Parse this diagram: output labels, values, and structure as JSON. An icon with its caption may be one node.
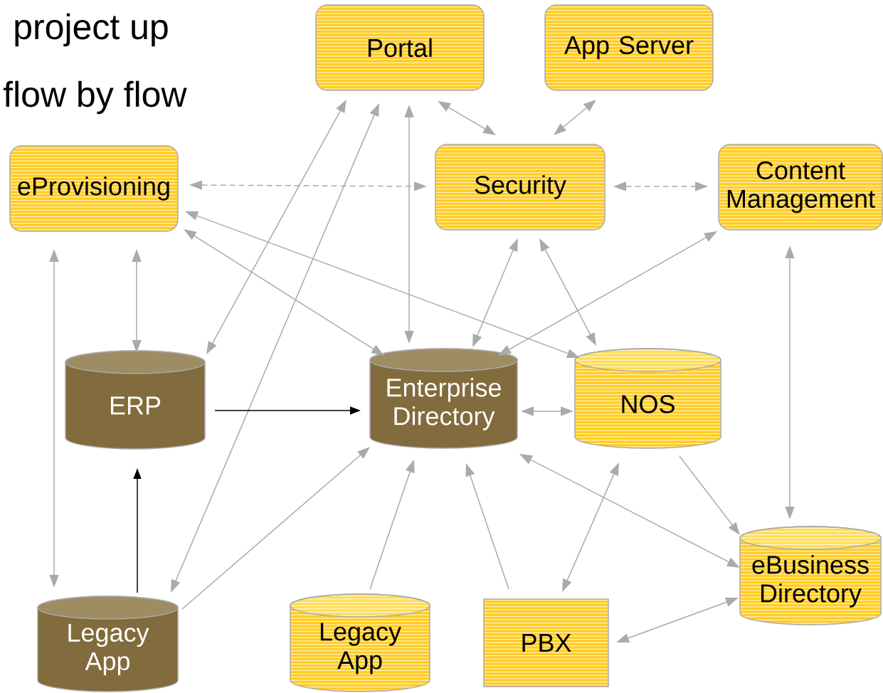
{
  "diagram": {
    "nodes": [
      {
        "text": [
          "Portal"
        ]
      },
      {
        "text": [
          "App Server"
        ]
      },
      {
        "text": [
          "eProvisioning"
        ]
      },
      {
        "text": [
          "Security"
        ]
      },
      {
        "text": [
          "Content Management"
        ]
      },
      {
        "text": [
          "ERP"
        ]
      },
      {
        "text": [
          "Enterprise Directory"
        ]
      },
      {
        "text": [
          "NOS"
        ]
      },
      {
        "text": [
          "eBusiness Directory"
        ]
      },
      {
        "text": [
          "Legacy App"
        ]
      },
      {
        "text": [
          "Legacy App"
        ]
      },
      {
        "text": [
          "PBX"
        ]
      }
    ],
    "edges": [
      {
        "from": 0,
        "to": 5,
        "arrow": "both"
      },
      {
        "from": 0,
        "to": 9,
        "arrow": "both"
      },
      {
        "from": 0,
        "to": 6,
        "arrow": "both"
      },
      {
        "from": 0,
        "to": 3,
        "arrow": "both"
      },
      {
        "from": 1,
        "to": 3,
        "arrow": "both"
      },
      {
        "from": 2,
        "to": 3,
        "arrow": "both",
        "style": "dashed"
      },
      {
        "from": 3,
        "to": 4,
        "arrow": "both",
        "style": "dashed"
      },
      {
        "from": 2,
        "to": 5,
        "arrow": "both"
      },
      {
        "from": 2,
        "to": 9,
        "arrow": "both"
      },
      {
        "from": 2,
        "to": 6,
        "arrow": "both"
      },
      {
        "from": 2,
        "to": 7,
        "arrow": "both"
      },
      {
        "from": 3,
        "to": 6,
        "arrow": "both"
      },
      {
        "from": 3,
        "to": 7,
        "arrow": "both"
      },
      {
        "from": 4,
        "to": 6,
        "arrow": "both"
      },
      {
        "from": 4,
        "to": 8,
        "arrow": "both"
      },
      {
        "from": 5,
        "to": 6,
        "arrow": "to",
        "color": "#000000"
      },
      {
        "from": 9,
        "to": 5,
        "arrow": "to",
        "color": "#000000"
      },
      {
        "from": 6,
        "to": 7,
        "arrow": "both"
      },
      {
        "from": 7,
        "to": 8,
        "arrow": "to"
      },
      {
        "from": 6,
        "to": 8,
        "arrow": "both"
      },
      {
        "from": 9,
        "to": 6,
        "arrow": "to"
      },
      {
        "from": 10,
        "to": 6,
        "arrow": "to"
      },
      {
        "from": 11,
        "to": 6,
        "arrow": "to"
      },
      {
        "from": 11,
        "to": 7,
        "arrow": "both"
      },
      {
        "from": 11,
        "to": 8,
        "arrow": "both"
      }
    ],
    "labels": [
      "project up",
      "flow by flow"
    ]
  }
}
